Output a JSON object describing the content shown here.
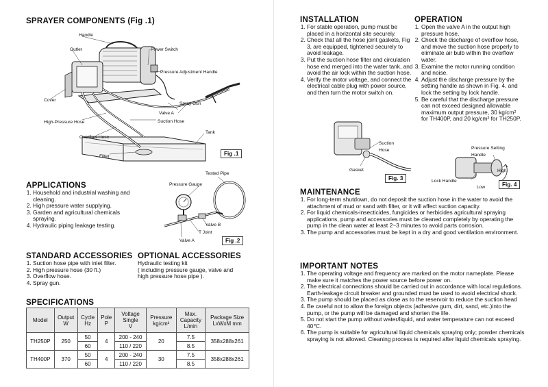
{
  "sprayer": {
    "title": "SPRAYER COMPONENTS (Fig .1)",
    "labels": {
      "handle": "Handle",
      "outlet": "Outlet",
      "power_switch": "Power Switch",
      "pressure_adjustment_handle": "Pressure Adjustment Handle",
      "cover": "Cover",
      "spray_gun": "Spray Gun",
      "valve_a": "Valve A",
      "high_pressure_hose": "High-Pressure Hose",
      "suction_hose": "Suction Hose",
      "overflow_hose": "Overflow Hose",
      "tank": "Tank",
      "filter": "Filter"
    },
    "fig_label": "Fig .1"
  },
  "applications": {
    "title": "APPLICATIONS",
    "items": [
      "Household and industrial washing and cleaning.",
      "High pressure water supplying.",
      "Garden and agricultural chemicals spraying.",
      "Hydraulic piping leakage testing."
    ]
  },
  "fig2": {
    "labels": {
      "tested_pipe": "Tested Pipe",
      "pressure_gauge": "Pressure Gauge",
      "valve_b": "Valve B",
      "t_joint": "T Joint",
      "valve_a": "Valve A"
    },
    "fig_label": "Fig .2"
  },
  "standard": {
    "title": "STANDARD ACCESSORIES",
    "items": [
      "Suction hose pipe with inlet filter.",
      "High pressure hose (30 ft.)",
      "Overflow hose.",
      "Spray gun."
    ]
  },
  "optional": {
    "title": "OPTIONAL ACCESSORIES",
    "text": [
      "Hydraulic testing kit",
      "( including pressure gauge, valve and",
      "high pressure hose pipe )."
    ]
  },
  "specs": {
    "title": "SPECIFICATIONS",
    "headers": {
      "model": "Model",
      "output": [
        "Output",
        "W"
      ],
      "cycle": [
        "Cycle",
        "Hz"
      ],
      "pole": [
        "Pole",
        "P"
      ],
      "voltage": [
        "Voltage",
        "Single",
        "V"
      ],
      "pressure": [
        "Pressure",
        "kg/cm²"
      ],
      "capacity": [
        "Max.",
        "Capacity",
        "L/min"
      ],
      "package": [
        "Package Size",
        "LxWxM mm"
      ]
    },
    "rows": [
      {
        "model": "TH250P",
        "output": "250",
        "cycles": [
          "50",
          "60"
        ],
        "pole": "4",
        "voltages": [
          "200 - 240",
          "110 / 220"
        ],
        "pressure": "20",
        "capacities": [
          "7.5",
          "8.5"
        ],
        "package": "358x288x261"
      },
      {
        "model": "TH400P",
        "output": "370",
        "cycles": [
          "50",
          "60"
        ],
        "pole": "4",
        "voltages": [
          "200 - 240",
          "110 / 220"
        ],
        "pressure": "30",
        "capacities": [
          "7.5",
          "8.5"
        ],
        "package": "358x288x261"
      }
    ]
  },
  "installation": {
    "title": "INSTALLATION",
    "items": [
      "For stable operation, pump must be placed in a horizontal site securely.",
      "Check that all the hose joint gaskets, Fig 3, are equipped, tightened securely to avoid leakage.",
      "Put the suction hose filter and circulation hose end merged into the water tank, and avoid the air lock within the suction hose.",
      "Verify the motor voltage, and connect the electrical cable plug with power source, and then turn the motor switch on."
    ]
  },
  "fig3": {
    "labels": {
      "suction_hose": "Suction Hose",
      "gasket": "Gasket"
    },
    "fig_label": "Fig. 3"
  },
  "operation": {
    "title": "OPERATION",
    "items": [
      "Open the valve A in the output high pressure hose.",
      "Check the discharge of overflow hose, and move the suction hose properly to eliminate air bulb within the overflow water.",
      "Examine the motor running condition and noise.",
      "Adjust the discharge pressure by the setting handle as shown in Fig. 4, and lock the setting by lock handle.",
      "Be careful that the discharge pressure can not exceed designed allowable maximum output pressure, 30 kg/cm² for TH400P, and 20 kg/cm² for TH250P."
    ]
  },
  "fig4": {
    "labels": {
      "pressure_setting_handle": "Pressure Setting Handle",
      "high": "High",
      "lock_handle": "Lock Handle",
      "low": "Low"
    },
    "fig_label": "Fig. 4"
  },
  "maintenance": {
    "title": "MAINTENANCE",
    "items": [
      "For long-term shutdown, do not deposit the suction hose in the water to avoid the attachment of mud or sand with filter, or it will affect suction capacity.",
      "For liquid chemicals-insecticides, fungicides or herbicides agricultural spraying applications, pump and accessories must be cleaned completely by operating the pump in the clean water at least 2~3 minutes to avoid parts corrosion.",
      "The pump and accessories must be kept in a dry and good ventilation environment."
    ]
  },
  "notes": {
    "title": "IMPORTANT NOTES",
    "items": [
      "The operating voltage and frequency are marked on the motor nameplate. Please make sure it matches the power source before power on.",
      "The electrical connections should be carried out in accordance with local regulations. Earth-leakage circuit breaker and grounded must be used to avoid electrical shock.",
      "The pump should be placed as close as to the reservoir to reduce the suction head",
      "Be careful not to allow the foreign objects (adhesive gum, dirt, sand, etc.)into the pump, or the pump will be damaged and shorten the life.",
      "Do not start the pump without water/liquid, and water temperature can not exceed 40℃.",
      "The pump is suitable for agricultural liquid chemicals spraying only; powder chemicals spraying is not allowed. Cleaning process is required after liquid chemicals spraying."
    ]
  }
}
